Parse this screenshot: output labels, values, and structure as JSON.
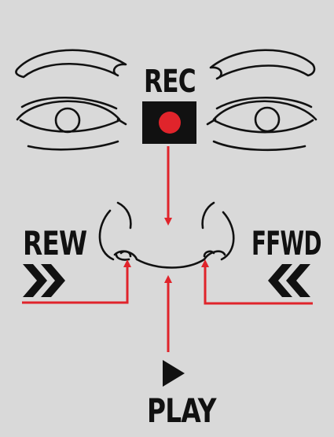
{
  "labels": {
    "rec": "REC",
    "rew": "REW",
    "ffwd": "FFWD",
    "play": "PLAY"
  },
  "colors": {
    "background": "#d9d9d9",
    "ink": "#111111",
    "arrow": "#e0242b",
    "record_dot": "#e0242b"
  },
  "icons": {
    "record": "record-button-icon",
    "rewind": "double-chevron-right-icon",
    "fast_forward": "double-chevron-left-icon",
    "play": "play-triangle-icon"
  }
}
